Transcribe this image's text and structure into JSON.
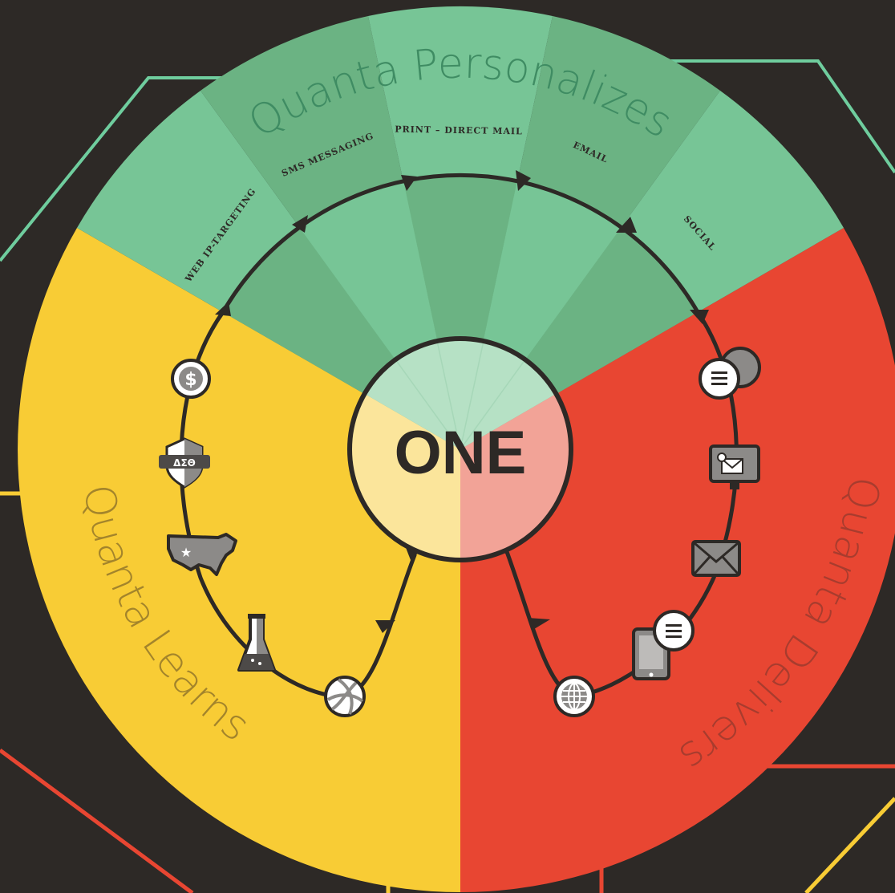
{
  "colors": {
    "background": "#2d2926",
    "learns": "#f8cc35",
    "delivers": "#e84632",
    "personalizes_light": "#77c596",
    "personalizes_dark": "#6bb383",
    "center_learns": "#fbe59b",
    "center_delivers": "#f2a397",
    "center_personalizes": "#b6e1c5",
    "stroke": "#2d2926",
    "line_green": "#6fcd9e",
    "line_yellow": "#f8cc35",
    "line_red": "#e84632"
  },
  "center": {
    "label": "ONE"
  },
  "sections": {
    "personalizes": {
      "title": "Quanta Personalizes"
    },
    "learns": {
      "title": "Quanta Learns"
    },
    "delivers": {
      "title": "Quanta Delivers"
    }
  },
  "channels": [
    {
      "label": "WEB IP-TARGETING"
    },
    {
      "label": "SMS MESSAGING"
    },
    {
      "label": "PRINT – DIRECT MAIL"
    },
    {
      "label": "EMAIL"
    },
    {
      "label": "SOCIAL"
    }
  ],
  "learn_icons": [
    {
      "name": "dollar-icon"
    },
    {
      "name": "greek-shield-icon"
    },
    {
      "name": "usa-map-icon"
    },
    {
      "name": "flask-icon"
    },
    {
      "name": "volleyball-icon"
    }
  ],
  "deliver_icons": [
    {
      "name": "chat-bubbles-icon"
    },
    {
      "name": "display-mail-icon"
    },
    {
      "name": "envelope-icon"
    },
    {
      "name": "tablet-message-icon"
    },
    {
      "name": "globe-icon"
    }
  ],
  "icon_glyphs": {
    "dollar": "$",
    "greek": "ΔΣΘ",
    "star": "★"
  }
}
